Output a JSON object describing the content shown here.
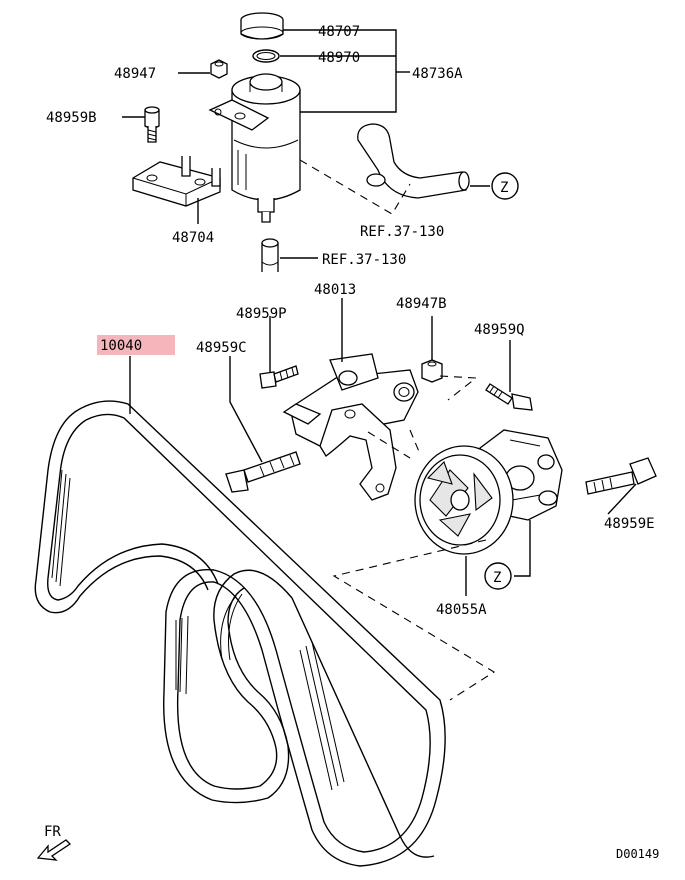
{
  "labels": {
    "p48707": "48707",
    "p48970": "48970",
    "p48736A": "48736A",
    "p48947": "48947",
    "p48959B": "48959B",
    "p48704": "48704",
    "ref1": "REF.37-130",
    "ref2": "REF.37-130",
    "zTop": "Z",
    "p48013": "48013",
    "p48959P": "48959P",
    "p48947B": "48947B",
    "p48959Q": "48959Q",
    "p48959C": "48959C",
    "p10040": "10040",
    "p48959E": "48959E",
    "zBottom": "Z",
    "p48055A": "48055A",
    "fr": "FR",
    "code": "D00149"
  },
  "colors": {
    "highlight": "#f4b6bb",
    "line": "#000000"
  }
}
